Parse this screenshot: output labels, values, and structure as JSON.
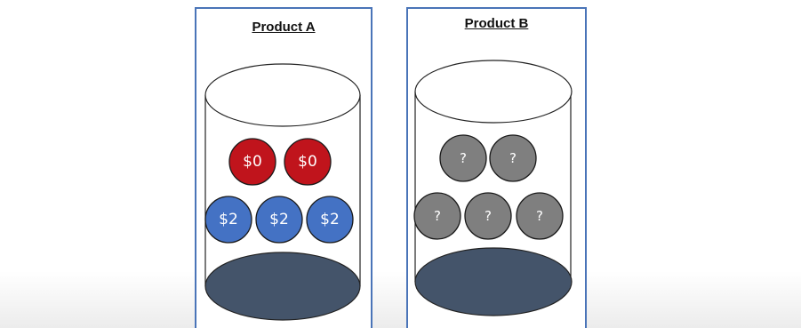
{
  "products": [
    {
      "title": "Product A",
      "balls": [
        {
          "label": "$0",
          "color": "#c0141c",
          "row": 1
        },
        {
          "label": "$0",
          "color": "#c0141c",
          "row": 1
        },
        {
          "label": "$2",
          "color": "#4472c4",
          "row": 2
        },
        {
          "label": "$2",
          "color": "#4472c4",
          "row": 2
        },
        {
          "label": "$2",
          "color": "#4472c4",
          "row": 2
        }
      ]
    },
    {
      "title": "Product B",
      "balls": [
        {
          "label": "?",
          "color": "#7f7f7f",
          "row": 1
        },
        {
          "label": "?",
          "color": "#7f7f7f",
          "row": 1
        },
        {
          "label": "?",
          "color": "#7f7f7f",
          "row": 2
        },
        {
          "label": "?",
          "color": "#7f7f7f",
          "row": 2
        },
        {
          "label": "?",
          "color": "#7f7f7f",
          "row": 2
        }
      ]
    }
  ],
  "colors": {
    "panel_border": "#4a74b8",
    "jar_base": "#44546a",
    "jar_outline": "#222222"
  }
}
